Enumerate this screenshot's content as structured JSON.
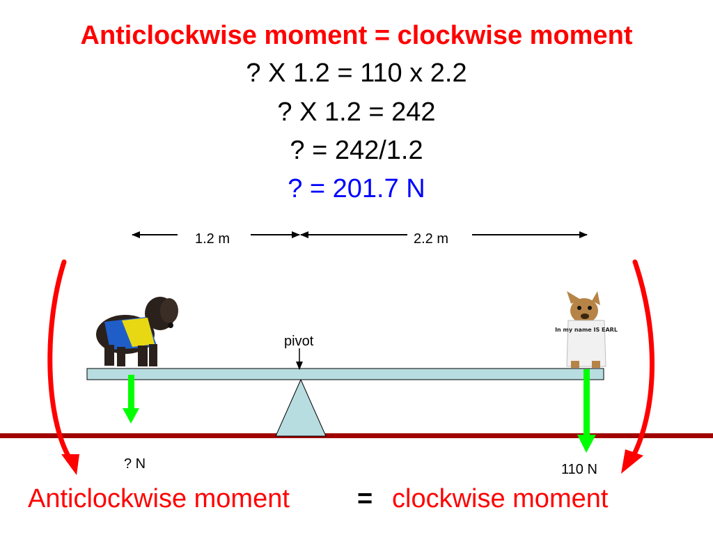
{
  "header": {
    "title": "Anticlockwise moment = clockwise moment",
    "lines": [
      "? X 1.2 = 110 x 2.2",
      "? X 1.2 = 242",
      "? = 242/1.2"
    ],
    "answer": "? = 201.7 N"
  },
  "distances": {
    "left": "1.2 m",
    "right": "2.2 m"
  },
  "labels": {
    "pivot": "pivot",
    "left_force": "? N",
    "right_force": "110 N"
  },
  "shirt_text": "In my name IS EARL",
  "footer": {
    "anticlockwise": "Anticlockwise moment",
    "equals": "=",
    "clockwise": "clockwise moment"
  },
  "colors": {
    "title": "#ff0000",
    "answer": "#0000ff",
    "force_arrows": "#00ff00",
    "moment_arrows": "#ff0000",
    "ground": "#a00000",
    "beam": "#b7dde0"
  }
}
